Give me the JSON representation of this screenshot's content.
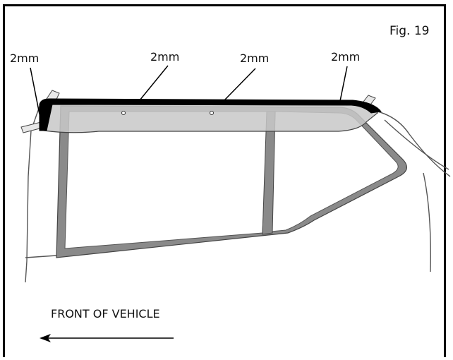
{
  "figure": {
    "label": "Fig. 19"
  },
  "dimensions": [
    {
      "label": "2mm"
    },
    {
      "label": "2mm"
    },
    {
      "label": "2mm"
    },
    {
      "label": "2mm"
    }
  ],
  "direction": {
    "label": "FRONT OF VEHICLE"
  },
  "colors": {
    "outline": "#000000",
    "door_line": "#555555",
    "visor_fill": "#c8c8c8",
    "frame_fill": "#8a8a8a"
  }
}
